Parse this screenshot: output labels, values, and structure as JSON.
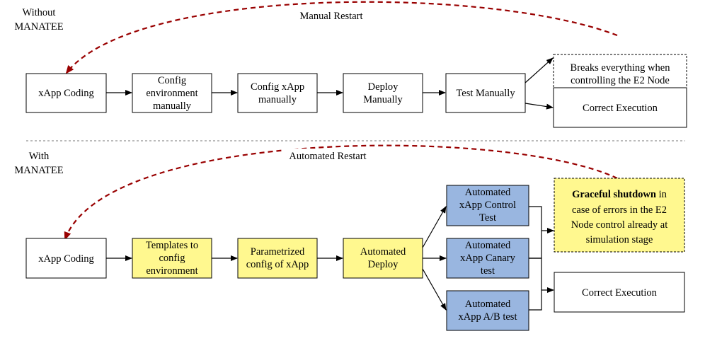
{
  "colors": {
    "plain": "#ffffff",
    "manual_step": "#ffffff",
    "template_step": "#fff88f",
    "test_step": "#99b6e0",
    "warning_fill": "#ffffff",
    "graceful_fill": "#fff88f",
    "restart_arrow": "#990000",
    "divider": "#777777"
  },
  "without": {
    "title_line1": "Without",
    "title_line2": "MANATEE",
    "restart_label": "Manual Restart",
    "steps": [
      {
        "lines": [
          "xApp Coding"
        ]
      },
      {
        "lines": [
          "Config",
          "environment",
          "manually"
        ]
      },
      {
        "lines": [
          "Config xApp",
          "manually"
        ]
      },
      {
        "lines": [
          "Deploy",
          "Manually"
        ]
      },
      {
        "lines": [
          "Test Manually"
        ]
      }
    ],
    "failure": {
      "lines": [
        "Breaks everything when",
        "controlling the E2 Node"
      ]
    },
    "success": {
      "lines": [
        "Correct Execution"
      ]
    }
  },
  "with": {
    "title_line1": "With",
    "title_line2": "MANATEE",
    "restart_label": "Automated Restart",
    "steps": [
      {
        "lines": [
          "xApp Coding"
        ]
      },
      {
        "lines": [
          "Templates to",
          "config",
          "environment"
        ]
      },
      {
        "lines": [
          "Parametrized",
          "config of xApp"
        ]
      },
      {
        "lines": [
          "Automated",
          "Deploy"
        ]
      }
    ],
    "tests": [
      {
        "lines": [
          "Automated",
          "xApp Control",
          "Test"
        ]
      },
      {
        "lines": [
          "Automated",
          "xApp Canary",
          "test"
        ]
      },
      {
        "lines": [
          "Automated",
          "xApp A/B test"
        ]
      }
    ],
    "graceful": {
      "bold": "Graceful shutdown",
      "rest_line1": " in",
      "lines": [
        "case of errors in the E2",
        "Node control already at",
        "simulation stage"
      ]
    },
    "success": {
      "lines": [
        "Correct Execution"
      ]
    }
  }
}
